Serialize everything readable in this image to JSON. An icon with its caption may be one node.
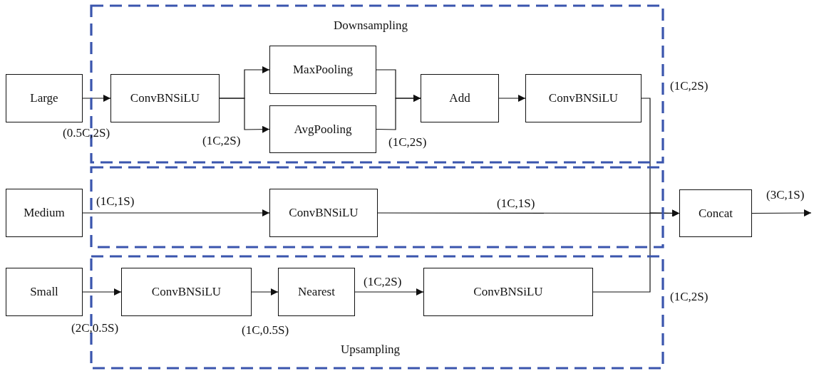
{
  "diagram": {
    "nodes": [
      {
        "text": [
          "Downsampling"
        ]
      },
      {
        "text": [
          "Large"
        ]
      },
      {
        "text": [
          "ConvBNSiLU"
        ],
        "in": 0
      },
      {
        "text": [
          "MaxPooling"
        ],
        "in": 0
      },
      {
        "text": [
          "AvgPooling"
        ],
        "in": 0
      },
      {
        "text": [
          "Add"
        ],
        "in": 0
      },
      {
        "text": [
          "ConvBNSiLU"
        ],
        "in": 0
      },
      {
        "text": [],
        "shape": "box"
      },
      {
        "text": [
          "Medium"
        ]
      },
      {
        "text": [
          "ConvBNSiLU"
        ],
        "in": 7
      },
      {
        "text": [
          "Concat"
        ]
      },
      {
        "text": [
          "Upsampling"
        ]
      },
      {
        "text": [
          "Small"
        ]
      },
      {
        "text": [
          "ConvBNSiLU"
        ],
        "in": 11
      },
      {
        "text": [
          "Nearest"
        ],
        "in": 11
      },
      {
        "text": [
          "ConvBNSiLU"
        ],
        "in": 11
      }
    ],
    "edges": [
      {
        "from": 1,
        "to": 2,
        "arrow": "to"
      },
      {
        "from": 2,
        "to": 3,
        "arrow": "to"
      },
      {
        "from": 2,
        "to": 4,
        "arrow": "to"
      },
      {
        "from": 3,
        "to": 5,
        "arrow": "to"
      },
      {
        "from": 4,
        "to": 5,
        "arrow": "to"
      },
      {
        "from": 5,
        "to": 6,
        "arrow": "to"
      },
      {
        "from": 6,
        "to": 10,
        "arrow": "to"
      },
      {
        "from": 8,
        "to": 9,
        "arrow": "to",
        "label": "(1C,1S)"
      },
      {
        "from": 9,
        "to": 10,
        "arrow": "to",
        "label": "(1C,1S)"
      },
      {
        "from": 12,
        "to": 13,
        "arrow": "to"
      },
      {
        "from": 13,
        "to": 14,
        "arrow": "to"
      },
      {
        "from": 14,
        "to": 15,
        "arrow": "to",
        "label": "(1C,2S)"
      },
      {
        "from": 15,
        "to": 10,
        "arrow": "to"
      },
      {
        "from": 10,
        "to": null,
        "arrow": "to",
        "label": "(3C,1S)"
      }
    ],
    "labels": [
      "(1C,2S)",
      "(0.5C,2S)",
      "(1C,2S)",
      "(1C,2S)",
      "(2C,0.5S)",
      "(1C,0.5S)",
      "(1C,2S)"
    ]
  }
}
